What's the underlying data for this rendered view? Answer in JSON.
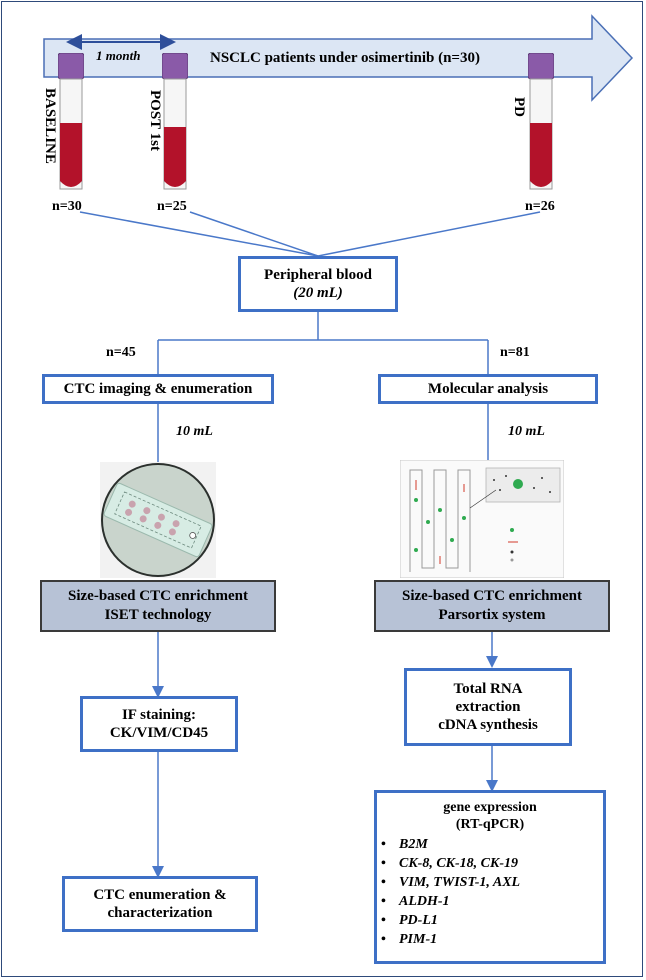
{
  "timeline": {
    "title": "NSCLC patients under osimertinib (n=30)",
    "interval": "1 month"
  },
  "tubes": [
    {
      "label": "BASELINE",
      "n": "n=30"
    },
    {
      "label": "POST 1st",
      "n": "n=25"
    },
    {
      "label": "PD",
      "n": "n=26"
    }
  ],
  "peripheral_blood": {
    "line1": "Peripheral blood",
    "line2": "(20 mL)"
  },
  "left_branch": {
    "n": "n=45",
    "title": "CTC imaging & enumeration",
    "volume": "10 mL",
    "enrichment": {
      "line1": "Size-based CTC enrichment",
      "line2": "ISET technology"
    },
    "staining": {
      "line1": "IF staining:",
      "line2": "CK/VIM/CD45"
    },
    "final": {
      "line1": "CTC enumeration &",
      "line2": "characterization"
    }
  },
  "right_branch": {
    "n": "n=81",
    "title": "Molecular analysis",
    "volume": "10 mL",
    "enrichment": {
      "line1": "Size-based CTC enrichment",
      "line2": "Parsortix system"
    },
    "rna": {
      "line1": "Total RNA",
      "line2": "extraction",
      "line3": "cDNA synthesis"
    },
    "gene_expression": {
      "title": "gene expression",
      "subtitle": "(RT-qPCR)",
      "genes": [
        "B2M",
        "CK-8, CK-18, CK-19",
        "VIM, TWIST-1, AXL",
        "ALDH-1",
        "PD-L1",
        "PIM-1"
      ]
    }
  },
  "colors": {
    "arrow_fill": "#dce6f4",
    "arrow_stroke": "#4a6fb5",
    "box_border": "#3e70c6",
    "gray_box": "#b7c2d6",
    "tube_cap": "#8a5aa8",
    "blood": "#b3122a"
  }
}
